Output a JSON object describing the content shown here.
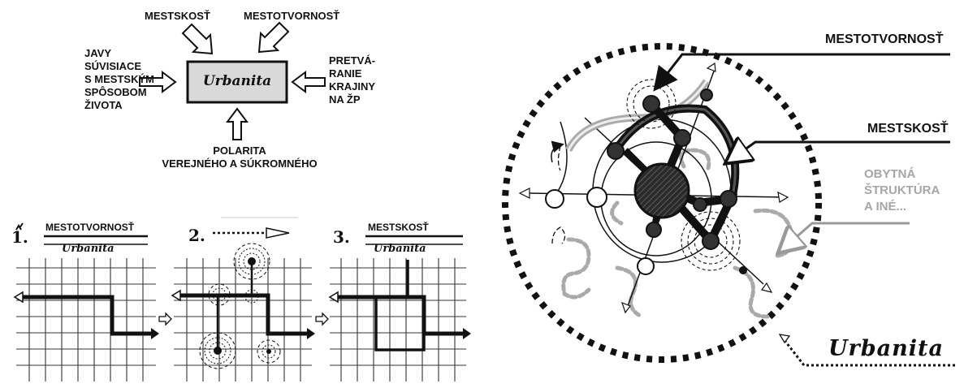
{
  "brand": "Urbanita",
  "concept": {
    "top_left": "MESTSKOSŤ",
    "top_right": "MESTOTVORNOSŤ",
    "left": "JAVY\nSÚVISIACE\nS MESTSKÝM\nSPÔSOBOM\nŽIVOTA",
    "right": "PRETVÁ-\nRANIE\nKRAJINY\nNA ŽP",
    "bottom": "POLARITA\nVEREJNÉHO A SÚKROMNÉHO"
  },
  "steps": [
    {
      "number": "1.",
      "title": "MESTOTVORNOSŤ",
      "subtitle": "Urbanita"
    },
    {
      "number": "2.",
      "title": "",
      "subtitle": ""
    },
    {
      "number": "3.",
      "title": "MESTSKOSŤ",
      "subtitle": "Urbanita"
    }
  ],
  "circle": {
    "label_mestotvornost": "MESTOTVORNOSŤ",
    "label_mestskost": "MESTSKOSŤ",
    "label_obytna": "OBYTNÁ\nŠTRUKTÚRA\nA INÉ...",
    "brand": "Urbanita"
  },
  "colors": {
    "ink": "#111111",
    "grey": "#a6a6a6",
    "box_fill": "#d9d9d9",
    "hatch": "#3a3a3a"
  }
}
